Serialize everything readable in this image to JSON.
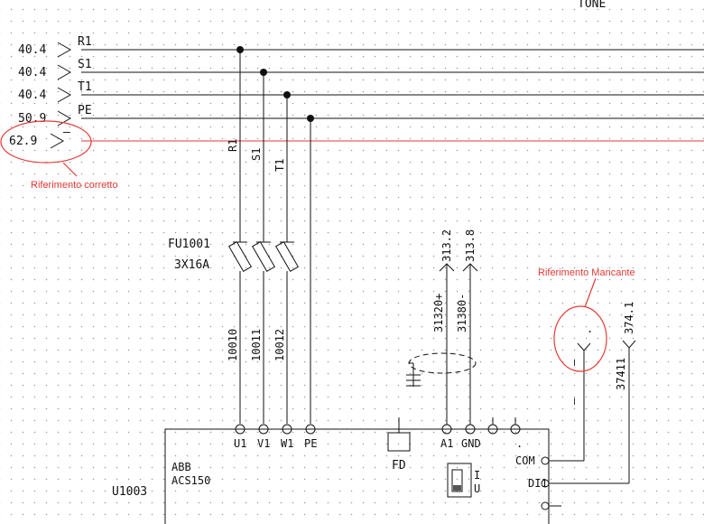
{
  "top_label": "TONE",
  "references": [
    {
      "ref": "40.4",
      "net": "R1"
    },
    {
      "ref": "40.4",
      "net": "S1"
    },
    {
      "ref": "40.4",
      "net": "T1"
    },
    {
      "ref": "50.9",
      "net": "PE"
    },
    {
      "ref": "62.9",
      "net": "–"
    }
  ],
  "vertical_wires": [
    "R1",
    "S1",
    "T1"
  ],
  "fuse": {
    "tag": "FU1001",
    "rating": "3X16A"
  },
  "wire_numbers": [
    "10010",
    "10011",
    "10012"
  ],
  "drive": {
    "brand": "ABB",
    "model": "ACS150",
    "tag": "U1003"
  },
  "terminals": [
    "U1",
    "V1",
    "W1",
    "PE",
    "A1",
    "GND",
    "."
  ],
  "fd_label": "FD",
  "switch_label": "I\nU",
  "io_labels": [
    "COM",
    "DI1"
  ],
  "signals": [
    {
      "wire": "31320+",
      "ref": "313.2"
    },
    {
      "wire": "31380-",
      "ref": "313.8"
    },
    {
      "wire": "37411",
      "ref": "374.1"
    }
  ],
  "annotations": {
    "correct": "Riferimento corretto",
    "missing": "Riferimento Mancante",
    "missing_marks": [
      "–",
      "–",
      "."
    ]
  },
  "colors": {
    "annotation": "#e53935",
    "wire": "#111111"
  }
}
